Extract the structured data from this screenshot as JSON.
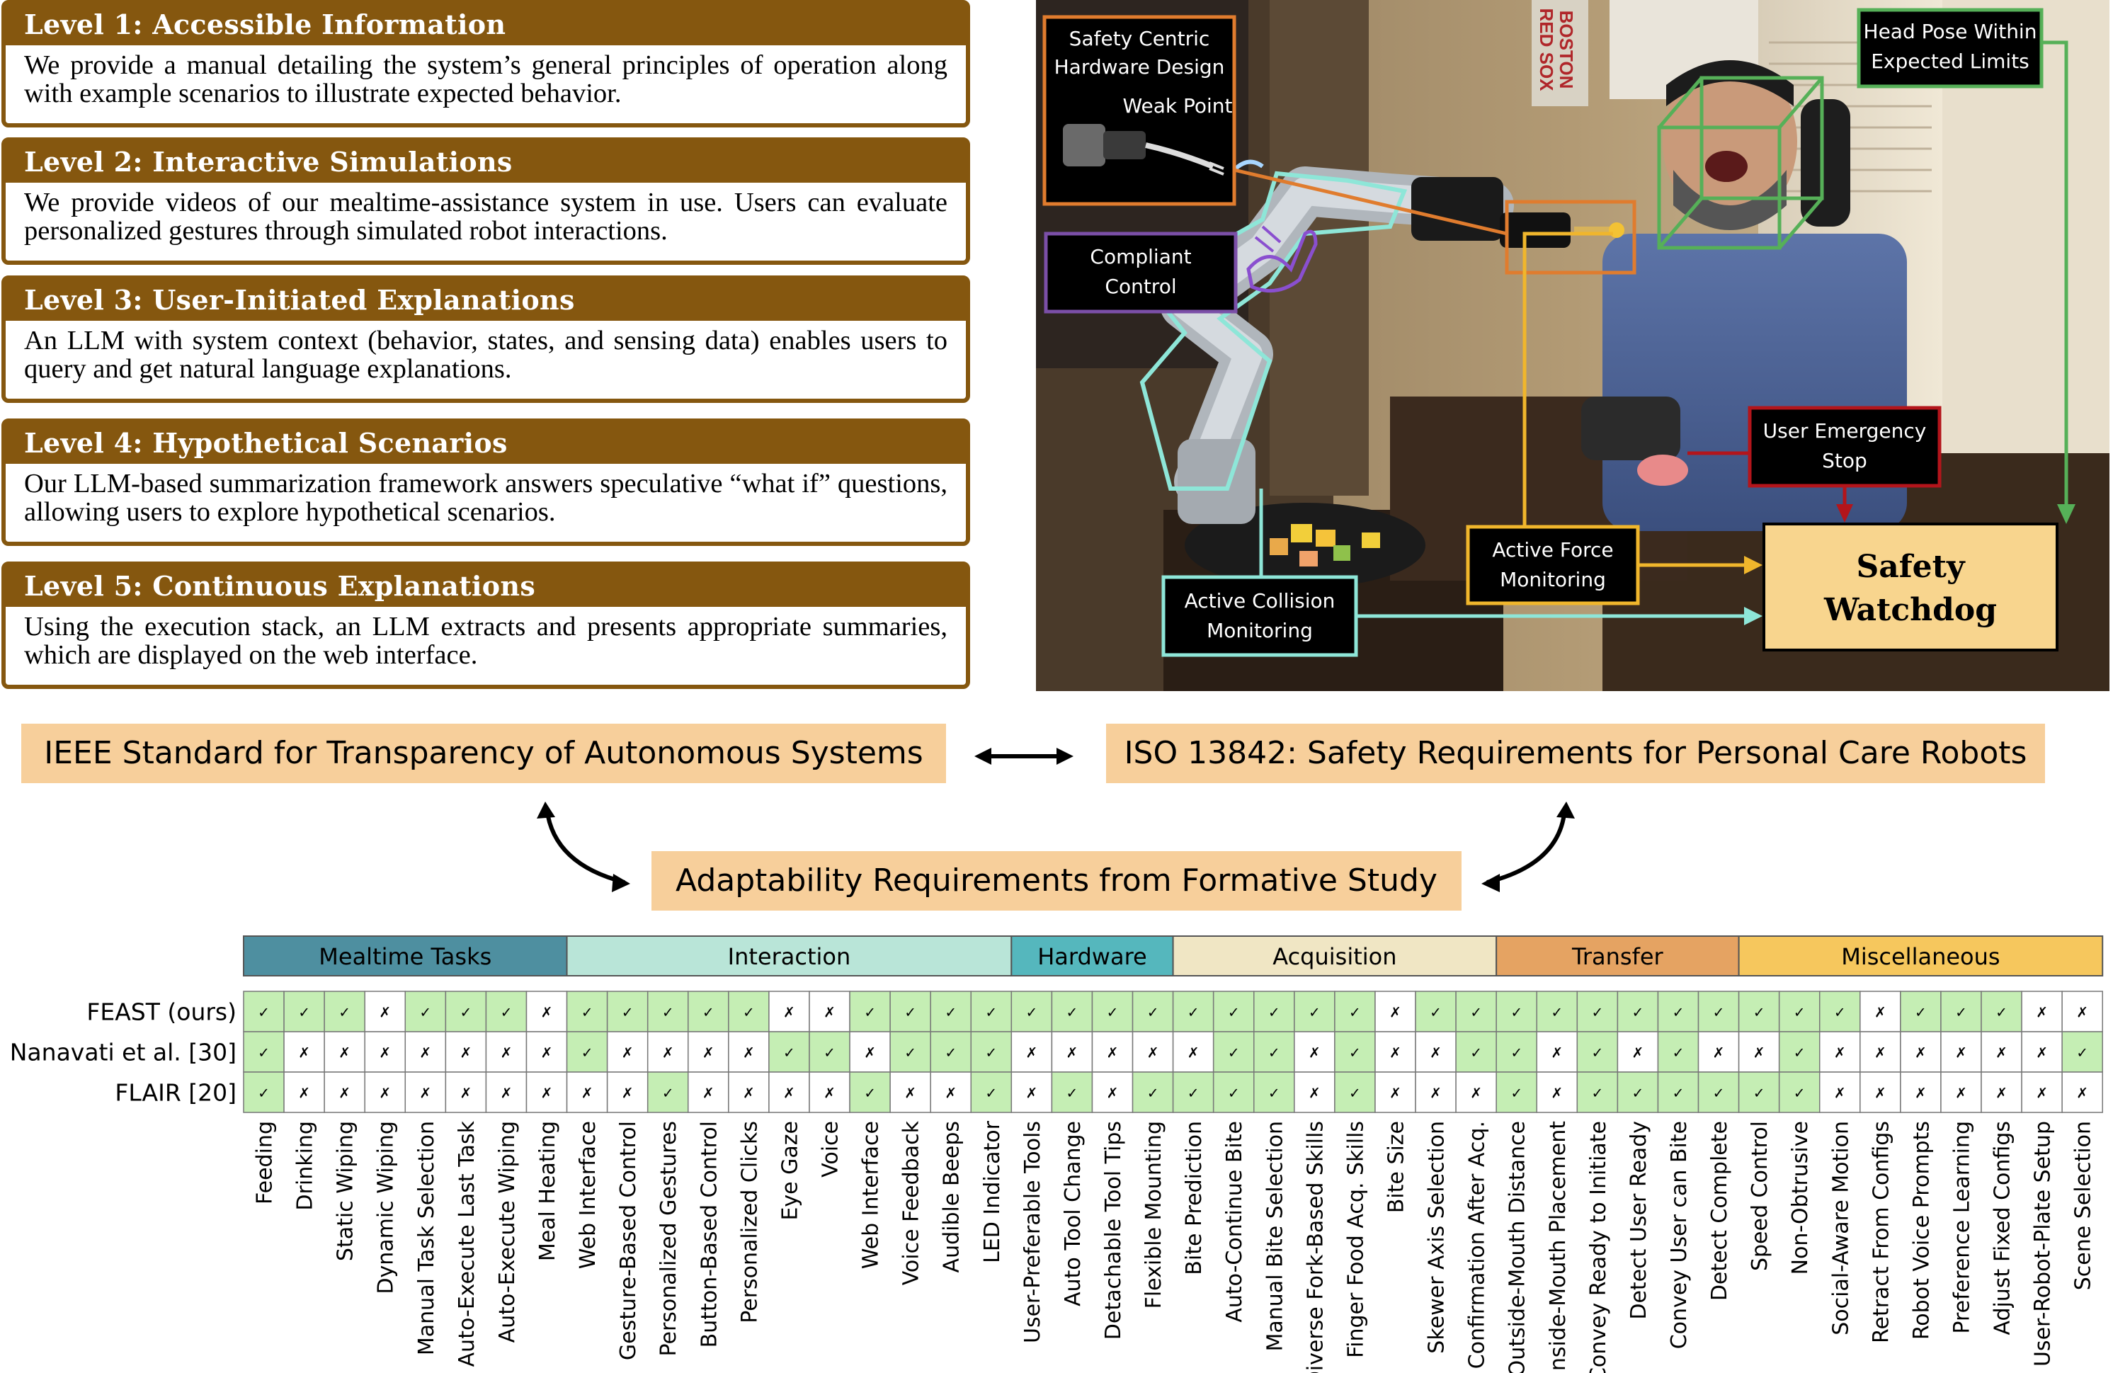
{
  "levels": [
    {
      "title": "Level 1: Accessible Information",
      "text": "We provide a manual detailing the system’s general principles of operation along with example scenarios to illustrate expected behavior."
    },
    {
      "title": "Level 2: Interactive Simulations",
      "text": "We provide videos of our mealtime-assistance system in use. Users can evaluate personalized gestures through simulated robot interactions."
    },
    {
      "title": "Level 3: User-Initiated Explanations",
      "text": "An LLM with system context (behavior, states, and sensing data) enables users to query and get natural language explanations."
    },
    {
      "title": "Level 4: Hypothetical Scenarios",
      "text": "Our LLM-based summarization framework answers speculative “what if” questions, allowing users to explore hypothetical scenarios."
    },
    {
      "title": "Level 5: Continuous Explanations",
      "text": "Using the execution stack, an LLM extracts and presents appropriate summaries, which are displayed on the web interface."
    }
  ],
  "photo": {
    "safety_hw_l1": "Safety Centric",
    "safety_hw_l2": "Hardware Design",
    "weak_point": "Weak Point",
    "compliant_l1": "Compliant",
    "compliant_l2": "Control",
    "head_pose_l1": "Head Pose Within",
    "head_pose_l2": "Expected Limits",
    "estop_l1": "User Emergency",
    "estop_l2": "Stop",
    "force_l1": "Active Force",
    "force_l2": "Monitoring",
    "collision_l1": "Active Collision",
    "collision_l2": "Monitoring",
    "watchdog_l1": "Safety",
    "watchdog_l2": "Watchdog",
    "poster_l1": "BOSTON",
    "poster_l2": "RED SOX"
  },
  "standards": {
    "ieee": "IEEE Standard for Transparency of Autonomous Systems",
    "iso": "ISO 13842: Safety Requirements for Personal Care Robots",
    "adapt": "Adaptability Requirements from Formative Study"
  },
  "table": {
    "check": "✓",
    "cross": "✗",
    "colors": {
      "yes": "#c5eeb4",
      "no": "#ffffff",
      "grid": "#777777"
    },
    "groups": [
      {
        "name": "Mealtime Tasks",
        "span": 8,
        "color": "#4e8fa0"
      },
      {
        "name": "Interaction",
        "span": 11,
        "color": "#b9e5d8"
      },
      {
        "name": "Hardware",
        "span": 4,
        "color": "#55b7bd"
      },
      {
        "name": "Acquisition",
        "span": 8,
        "color": "#f0e6c4"
      },
      {
        "name": "Transfer",
        "span": 6,
        "color": "#e5a362"
      },
      {
        "name": "Miscellaneous",
        "span": 9,
        "color": "#f6c75d"
      }
    ],
    "columns": [
      "Feeding",
      "Drinking",
      "Static Wiping",
      "Dynamic Wiping",
      "Manual Task Selection",
      "Auto-Execute Last Task",
      "Auto-Execute Wiping",
      "Meal Heating",
      "Web Interface",
      "Gesture-Based Control",
      "Personalized Gestures",
      "Button-Based Control",
      "Personalized Clicks",
      "Eye Gaze",
      "Voice",
      "Web Interface",
      "Voice Feedback",
      "Audible Beeps",
      "LED Indicator",
      "User-Preferable Tools",
      "Auto Tool Change",
      "Detachable Tool Tips",
      "Flexible Mounting",
      "Bite Prediction",
      "Auto-Continue Bite",
      "Manual Bite Selection",
      "Diverse Fork-Based Skills",
      "Finger Food Acq. Skills",
      "Bite Size",
      "Skewer Axis Selection",
      "Confirmation After Acq.",
      "Outside-Mouth Distance",
      "Inside-Mouth Placement",
      "Convey Ready to Initiate",
      "Detect User Ready",
      "Convey User can Bite",
      "Detect Complete",
      "Speed Control",
      "Non-Obtrusive",
      "Social-Aware Motion",
      "Retract From Configs",
      "Robot Voice Prompts",
      "Preference Learning",
      "Adjust Fixed Configs",
      "User-Robot-Plate Setup",
      "Scene Selection"
    ],
    "rows": [
      {
        "name": "FEAST (ours)",
        "values": "1110111011111001111111111111011111111111011100110"
      },
      {
        "name": "Nanavati et al. [30]",
        "values": "1000000010000110111000001101001101010010000001101"
      },
      {
        "name": "FLAIR [20]",
        "values": "1000000000100001001010111101000101111110000000110"
      }
    ]
  }
}
